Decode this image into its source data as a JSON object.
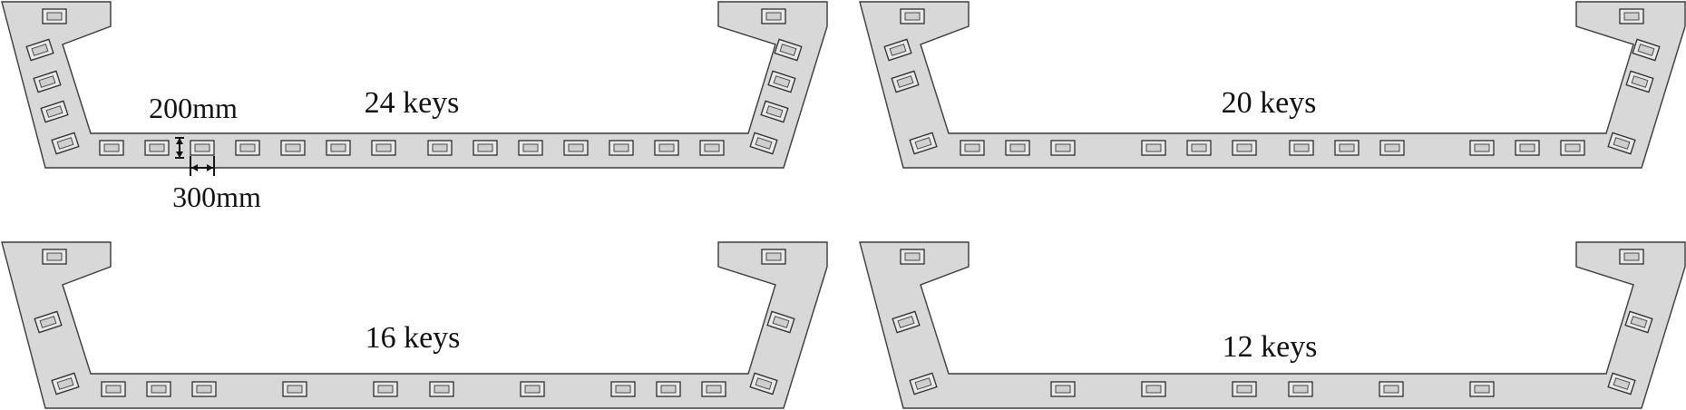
{
  "figure": {
    "panels": [
      {
        "label": "24 keys"
      },
      {
        "label": "20 keys"
      },
      {
        "label": "16 keys"
      },
      {
        "label": "12 keys"
      }
    ],
    "dimensions": {
      "height_label": "200mm",
      "width_label": "300mm"
    }
  }
}
